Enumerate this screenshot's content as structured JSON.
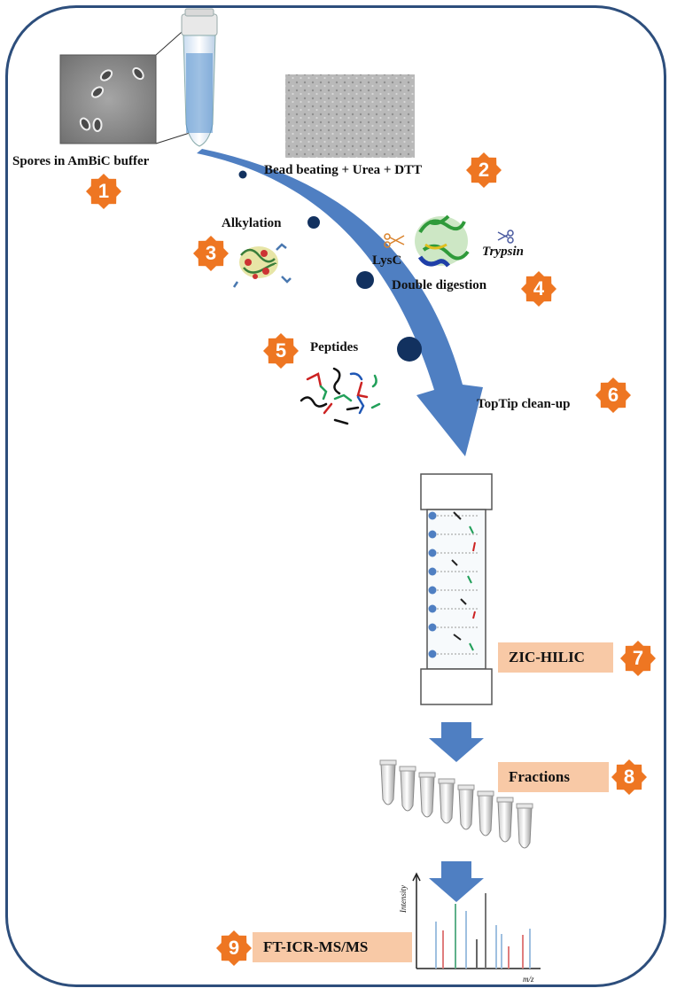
{
  "colors": {
    "frame": "#2d4e7c",
    "arrow": "#4f7fc2",
    "arrow_dots": "#12315f",
    "badge": "#ee7622",
    "label_box": "#f8c9a6"
  },
  "steps": [
    {
      "number": "1",
      "label": "Spores in AmBiC buffer"
    },
    {
      "number": "2",
      "label": "Bead beating + Urea + DTT"
    },
    {
      "number": "3",
      "label": "Alkylation"
    },
    {
      "number": "4",
      "label": "Double digestion"
    },
    {
      "number": "5",
      "label": "Peptides"
    },
    {
      "number": "6",
      "label": "TopTip clean-up"
    },
    {
      "number": "7",
      "label": "ZIC-HILIC"
    },
    {
      "number": "8",
      "label": "Fractions"
    },
    {
      "number": "9",
      "label": "FT-ICR-MS/MS"
    }
  ],
  "enzymes": {
    "first": "LysC",
    "second": "Trypsin"
  },
  "spectrum": {
    "ylabel": "Intensity",
    "xlabel": "m/z"
  },
  "icons": [
    "spore-micrograph",
    "microtube",
    "bead-micrograph",
    "protein-structure",
    "scissors-icon",
    "peptide-fragments",
    "column",
    "pcr-strip-tubes",
    "mass-spectrum"
  ]
}
